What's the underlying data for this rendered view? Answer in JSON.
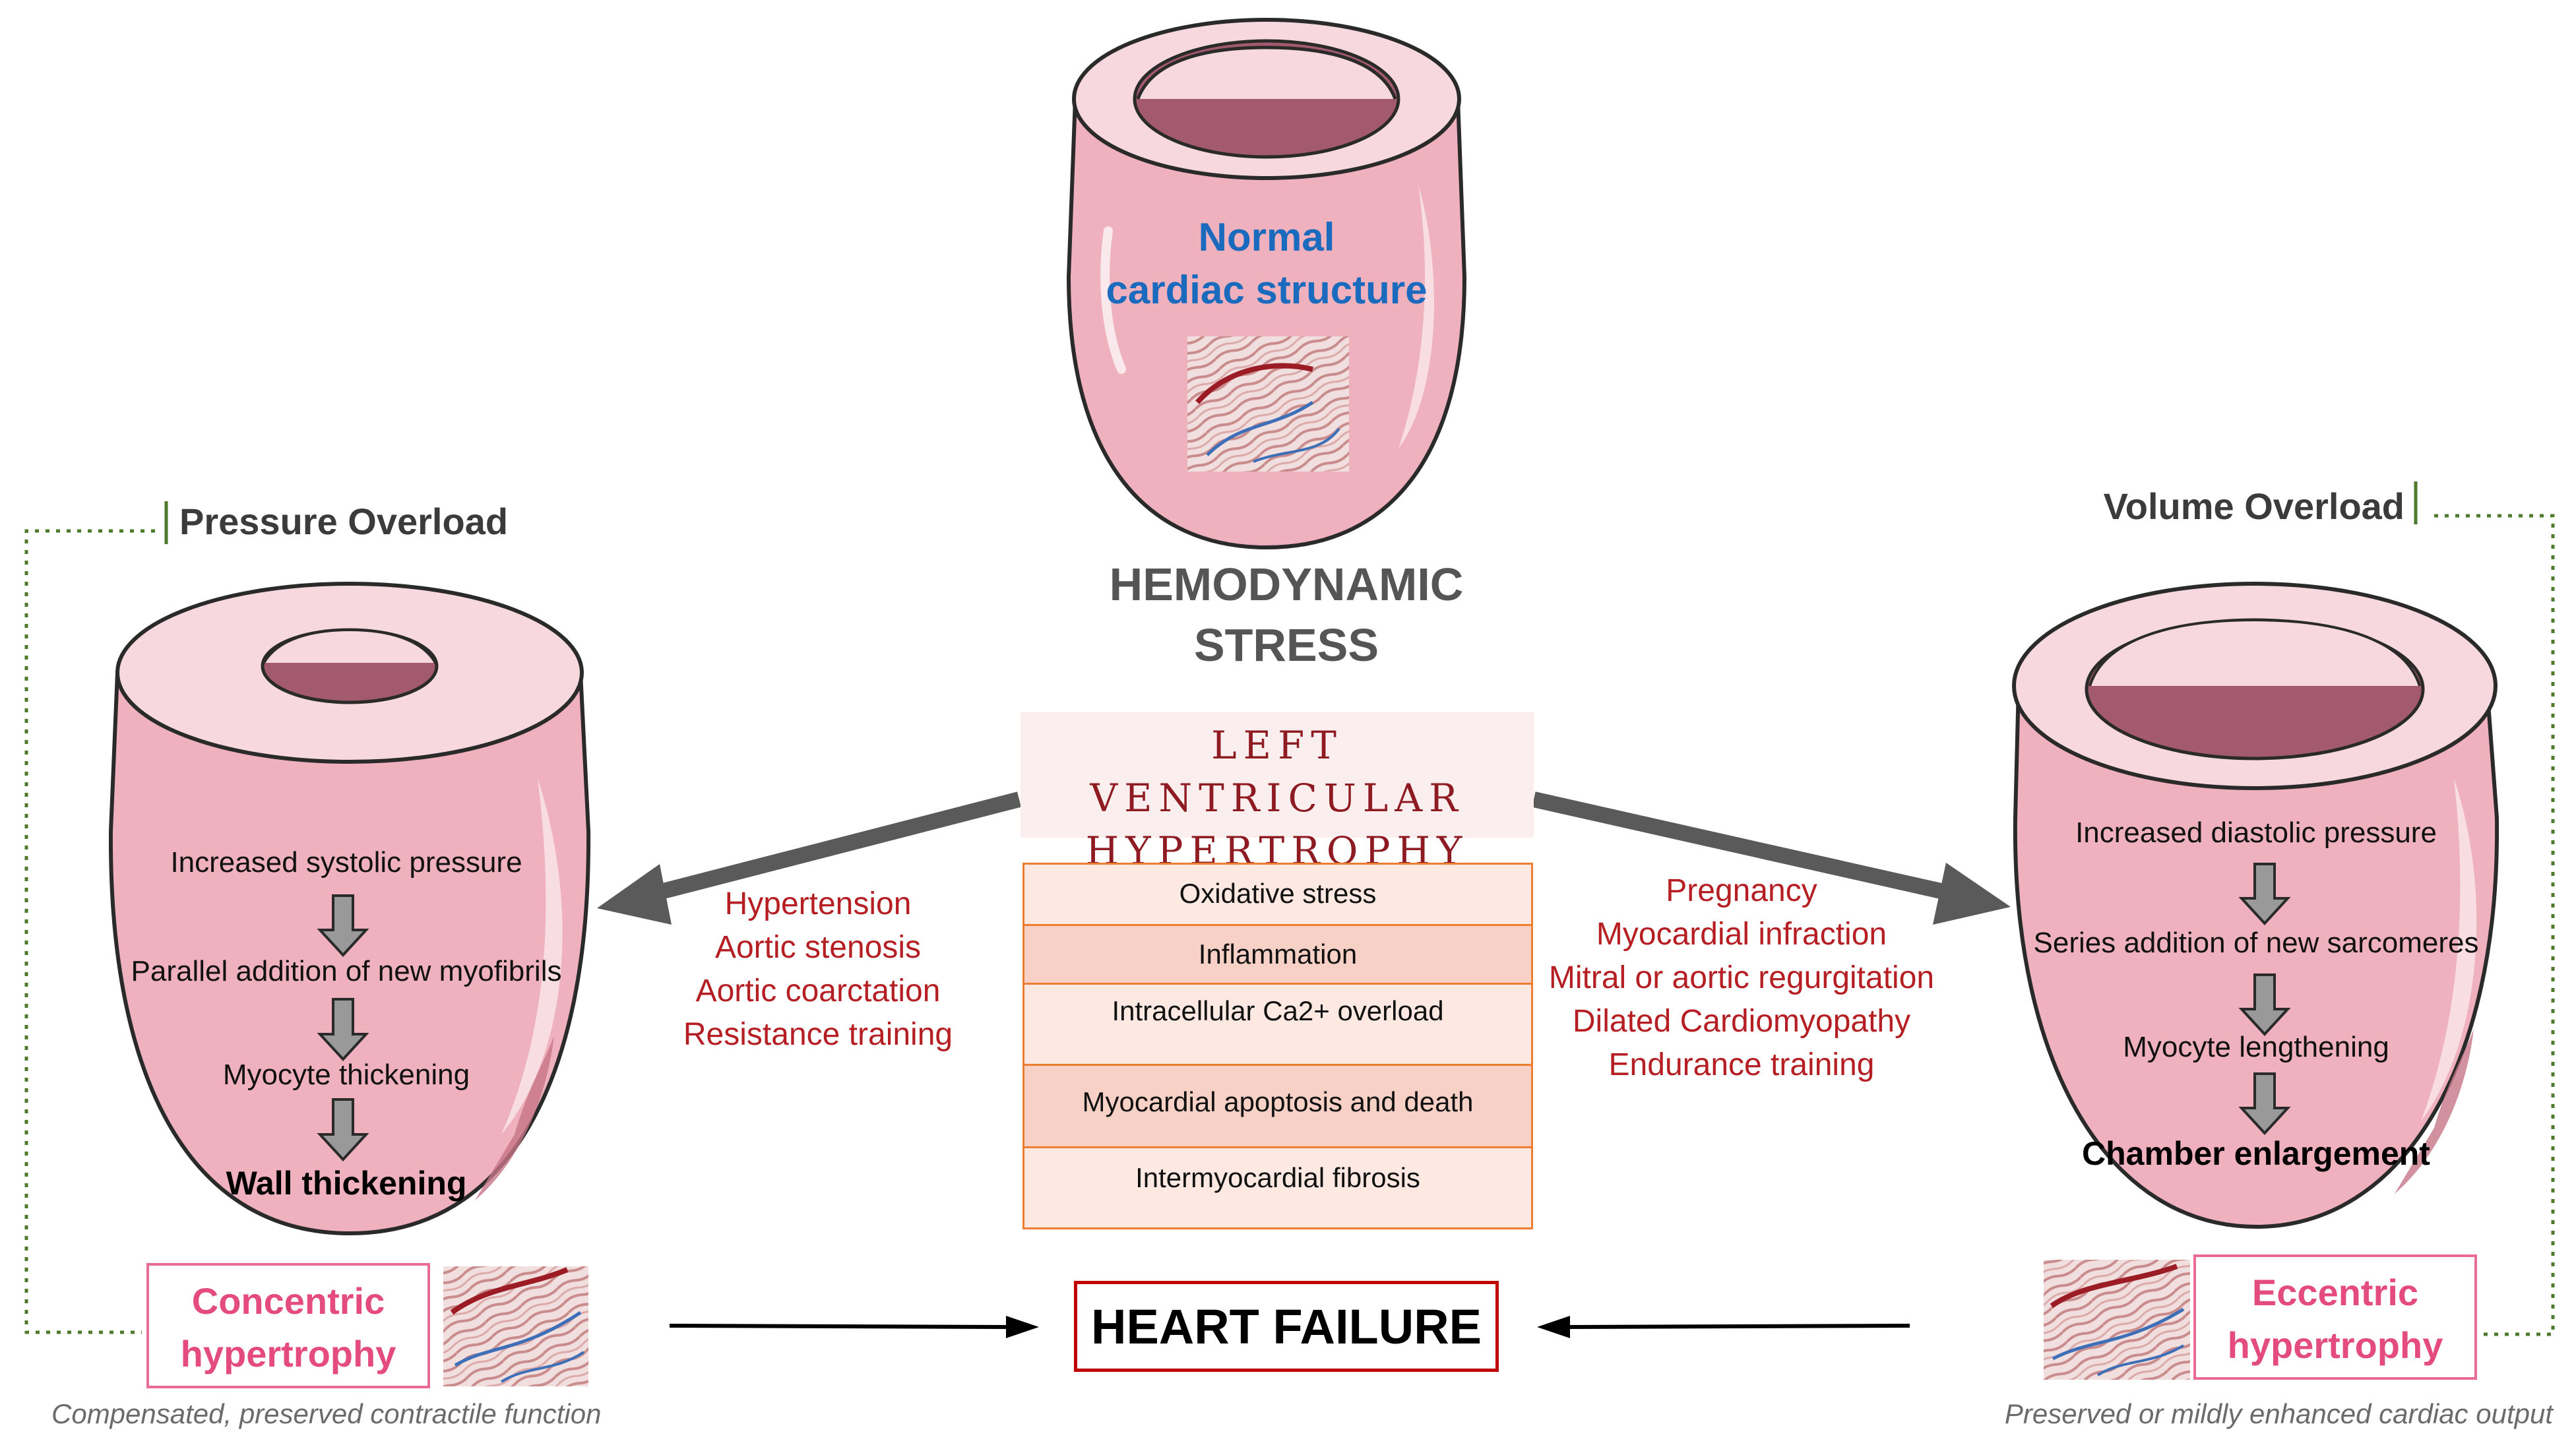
{
  "normal": {
    "line1": "Normal",
    "line2": "cardiac structure"
  },
  "hemodynamic": {
    "line1": "HEMODYNAMIC",
    "line2": "STRESS"
  },
  "lvh": {
    "line1": "LEFT VENTRICULAR",
    "line2": "HYPERTROPHY"
  },
  "mechanisms": [
    "Oxidative stress",
    "Inflammation",
    "Intracellular Ca2+ overload",
    "Myocardial apoptosis and death",
    "Intermyocardial fibrosis"
  ],
  "pressure": {
    "label": "Pressure Overload",
    "steps": [
      "Increased systolic pressure",
      "Parallel addition of new myofibrils",
      "Myocyte thickening"
    ],
    "result": "Wall thickening",
    "causes": [
      "Hypertension",
      "Aortic stenosis",
      "Aortic coarctation",
      "Resistance training"
    ],
    "hypertrophy": {
      "line1": "Concentric",
      "line2": "hypertrophy"
    },
    "caption": "Compensated, preserved contractile function"
  },
  "volume": {
    "label": "Volume Overload",
    "steps": [
      "Increased diastolic pressure",
      "Series addition of new sarcomeres",
      "Myocyte lengthening"
    ],
    "result": "Chamber enlargement",
    "causes": [
      "Pregnancy",
      "Myocardial infraction",
      "Mitral or aortic regurgitation",
      "Dilated Cardiomyopathy",
      "Endurance training"
    ],
    "hypertrophy": {
      "line1": "Eccentric",
      "line2": "hypertrophy"
    },
    "caption": "Preserved or mildly enhanced cardiac output"
  },
  "heart_failure": "HEART FAILURE",
  "colors": {
    "heart_body": "#eeb1bd",
    "heart_top": "#f6d8de",
    "heart_lumen": "#a35a6e",
    "cause_text": "#b51e22",
    "mechanism_border": "#ed7d31",
    "hypertrophy_text": "#e34c7d",
    "heart_failure_border": "#c00000",
    "dotted_connector": "#4e7a2c"
  }
}
